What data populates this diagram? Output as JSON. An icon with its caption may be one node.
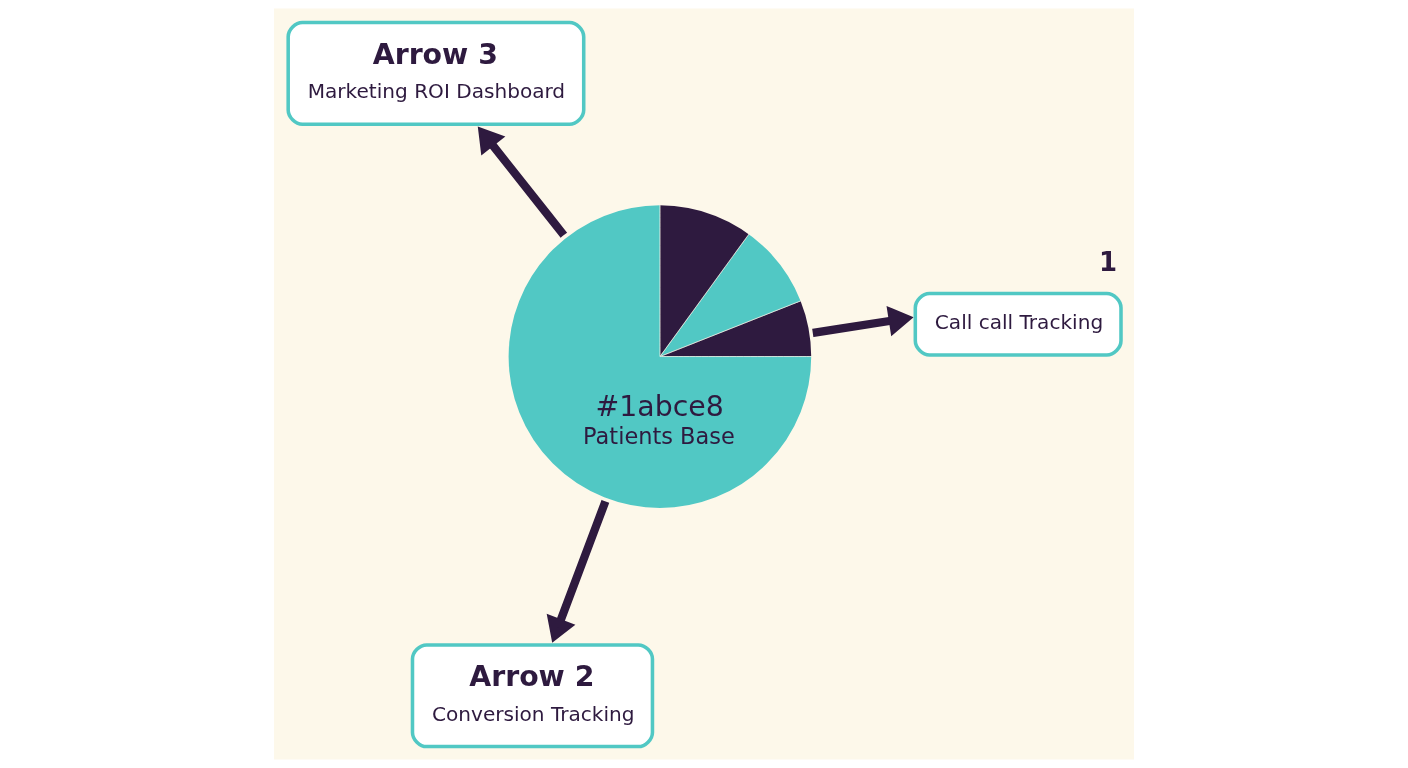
{
  "diagram": {
    "nodes": [
      {
        "text": [
          "#1abce8",
          "Patients Base"
        ]
      },
      {
        "text": [
          "Call call Tracking"
        ],
        "beside": [
          "1"
        ]
      },
      {
        "text": [
          "Arrow 2",
          "Conversion Tracking"
        ]
      },
      {
        "text": [
          "Arrow 3",
          "Marketing ROI Dashboard"
        ]
      }
    ],
    "edges": [
      {
        "from": 0,
        "to": 1,
        "arrow": "to"
      },
      {
        "from": 0,
        "to": 2,
        "arrow": "to"
      },
      {
        "from": 0,
        "to": 3,
        "arrow": "to"
      }
    ]
  }
}
